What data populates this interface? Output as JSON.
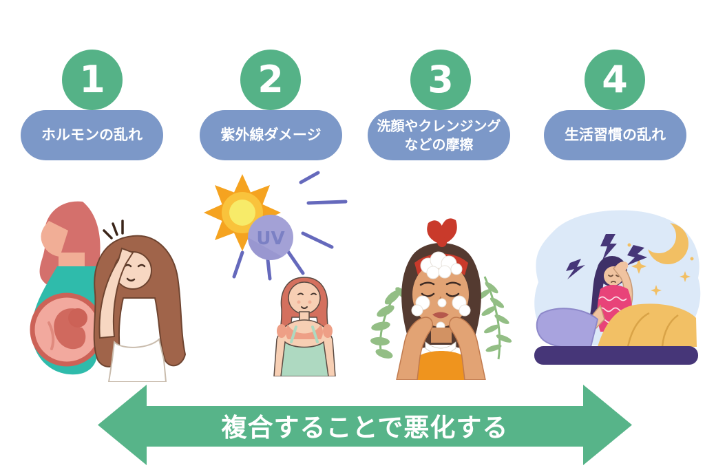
{
  "steps": [
    {
      "number": "1",
      "label_lines": [
        "ホルモンの乱れ"
      ],
      "illustration": "pregnant-woman-and-stressed-woman"
    },
    {
      "number": "2",
      "label_lines": [
        "紫外線ダメージ"
      ],
      "uv_badge": "UV",
      "illustration": "sun-uv-rays-and-sunburned-woman"
    },
    {
      "number": "3",
      "label_lines": [
        "洗顔やクレンジング",
        "などの摩擦"
      ],
      "illustration": "woman-washing-face-with-foam"
    },
    {
      "number": "4",
      "label_lines": [
        "生活習慣の乱れ"
      ],
      "illustration": "woman-awake-at-night-in-bed"
    }
  ],
  "arrow": {
    "label": "複合することで悪化する"
  },
  "colors": {
    "step_circle_green": "#55B287",
    "label_pill_blue": "#7C98C8",
    "arrow_green": "#57B489",
    "uv_badge_purple": "#A3A1D6",
    "uv_text_purple": "#7B80C4"
  }
}
